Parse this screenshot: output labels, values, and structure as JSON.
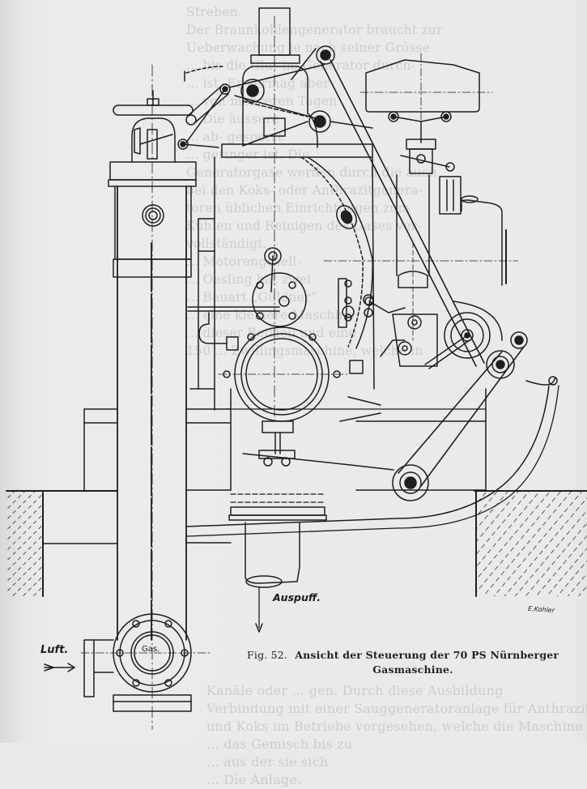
{
  "figure": {
    "number_label": "Fig. 52.",
    "caption_line1": "Ansicht der Steuerung der 70 PS Nürnberger",
    "caption_line2": "Gasmaschine.",
    "subject": "gas engine valve gear elevation drawing"
  },
  "labels": {
    "air": "Luft.",
    "gas": "Gas.",
    "exhaust": "Auspuff.",
    "signature": "E.Kohler"
  },
  "bleed_through_text": {
    "top_column": [
      "Streben.",
      "Der Braunkohlengenerator braucht zur",
      "Ueberwachung je nach seiner Grösse",
      "... bis die Glut im Generator durch-",
      "... ist.  Er vermag aber",
      "... von mehreren Tagen",
      "... Die äussere",
      "... ab- gesperrt",
      "... geringer ist. Die",
      "Generatorgase werden durch die auch",
      "bei den Koks- oder Anthrazitgenera-",
      "toren üblichen Einrichtungen zum",
      "Kühlen und Reinigen des Gases ver-",
      "vollständigt.",
      "... Motorengesell-",
      "... Oesling hat zwei",
      "... Bauart „Güldner“",
      "... eine kleinere Maschine",
      "... dieser Betrieb und eine",
      "150 ... Zwillingsmaschine, welche in"
    ],
    "bottom_column": [
      "Kanäle oder ... gen.  Durch diese Ausbildung",
      "Verbindung mit einer Sauggeneratoranlage für Anthrazit",
      "und Koks im Betriebe vorgesehen, welche die Maschine ist",
      "... das Gemisch bis zu",
      "... aus der sie sich",
      "... Die Anlage."
    ]
  },
  "colors": {
    "paper": "#eaeae8",
    "ink": "#1e1e1e",
    "bleed_ink": "#8a8a8a"
  }
}
